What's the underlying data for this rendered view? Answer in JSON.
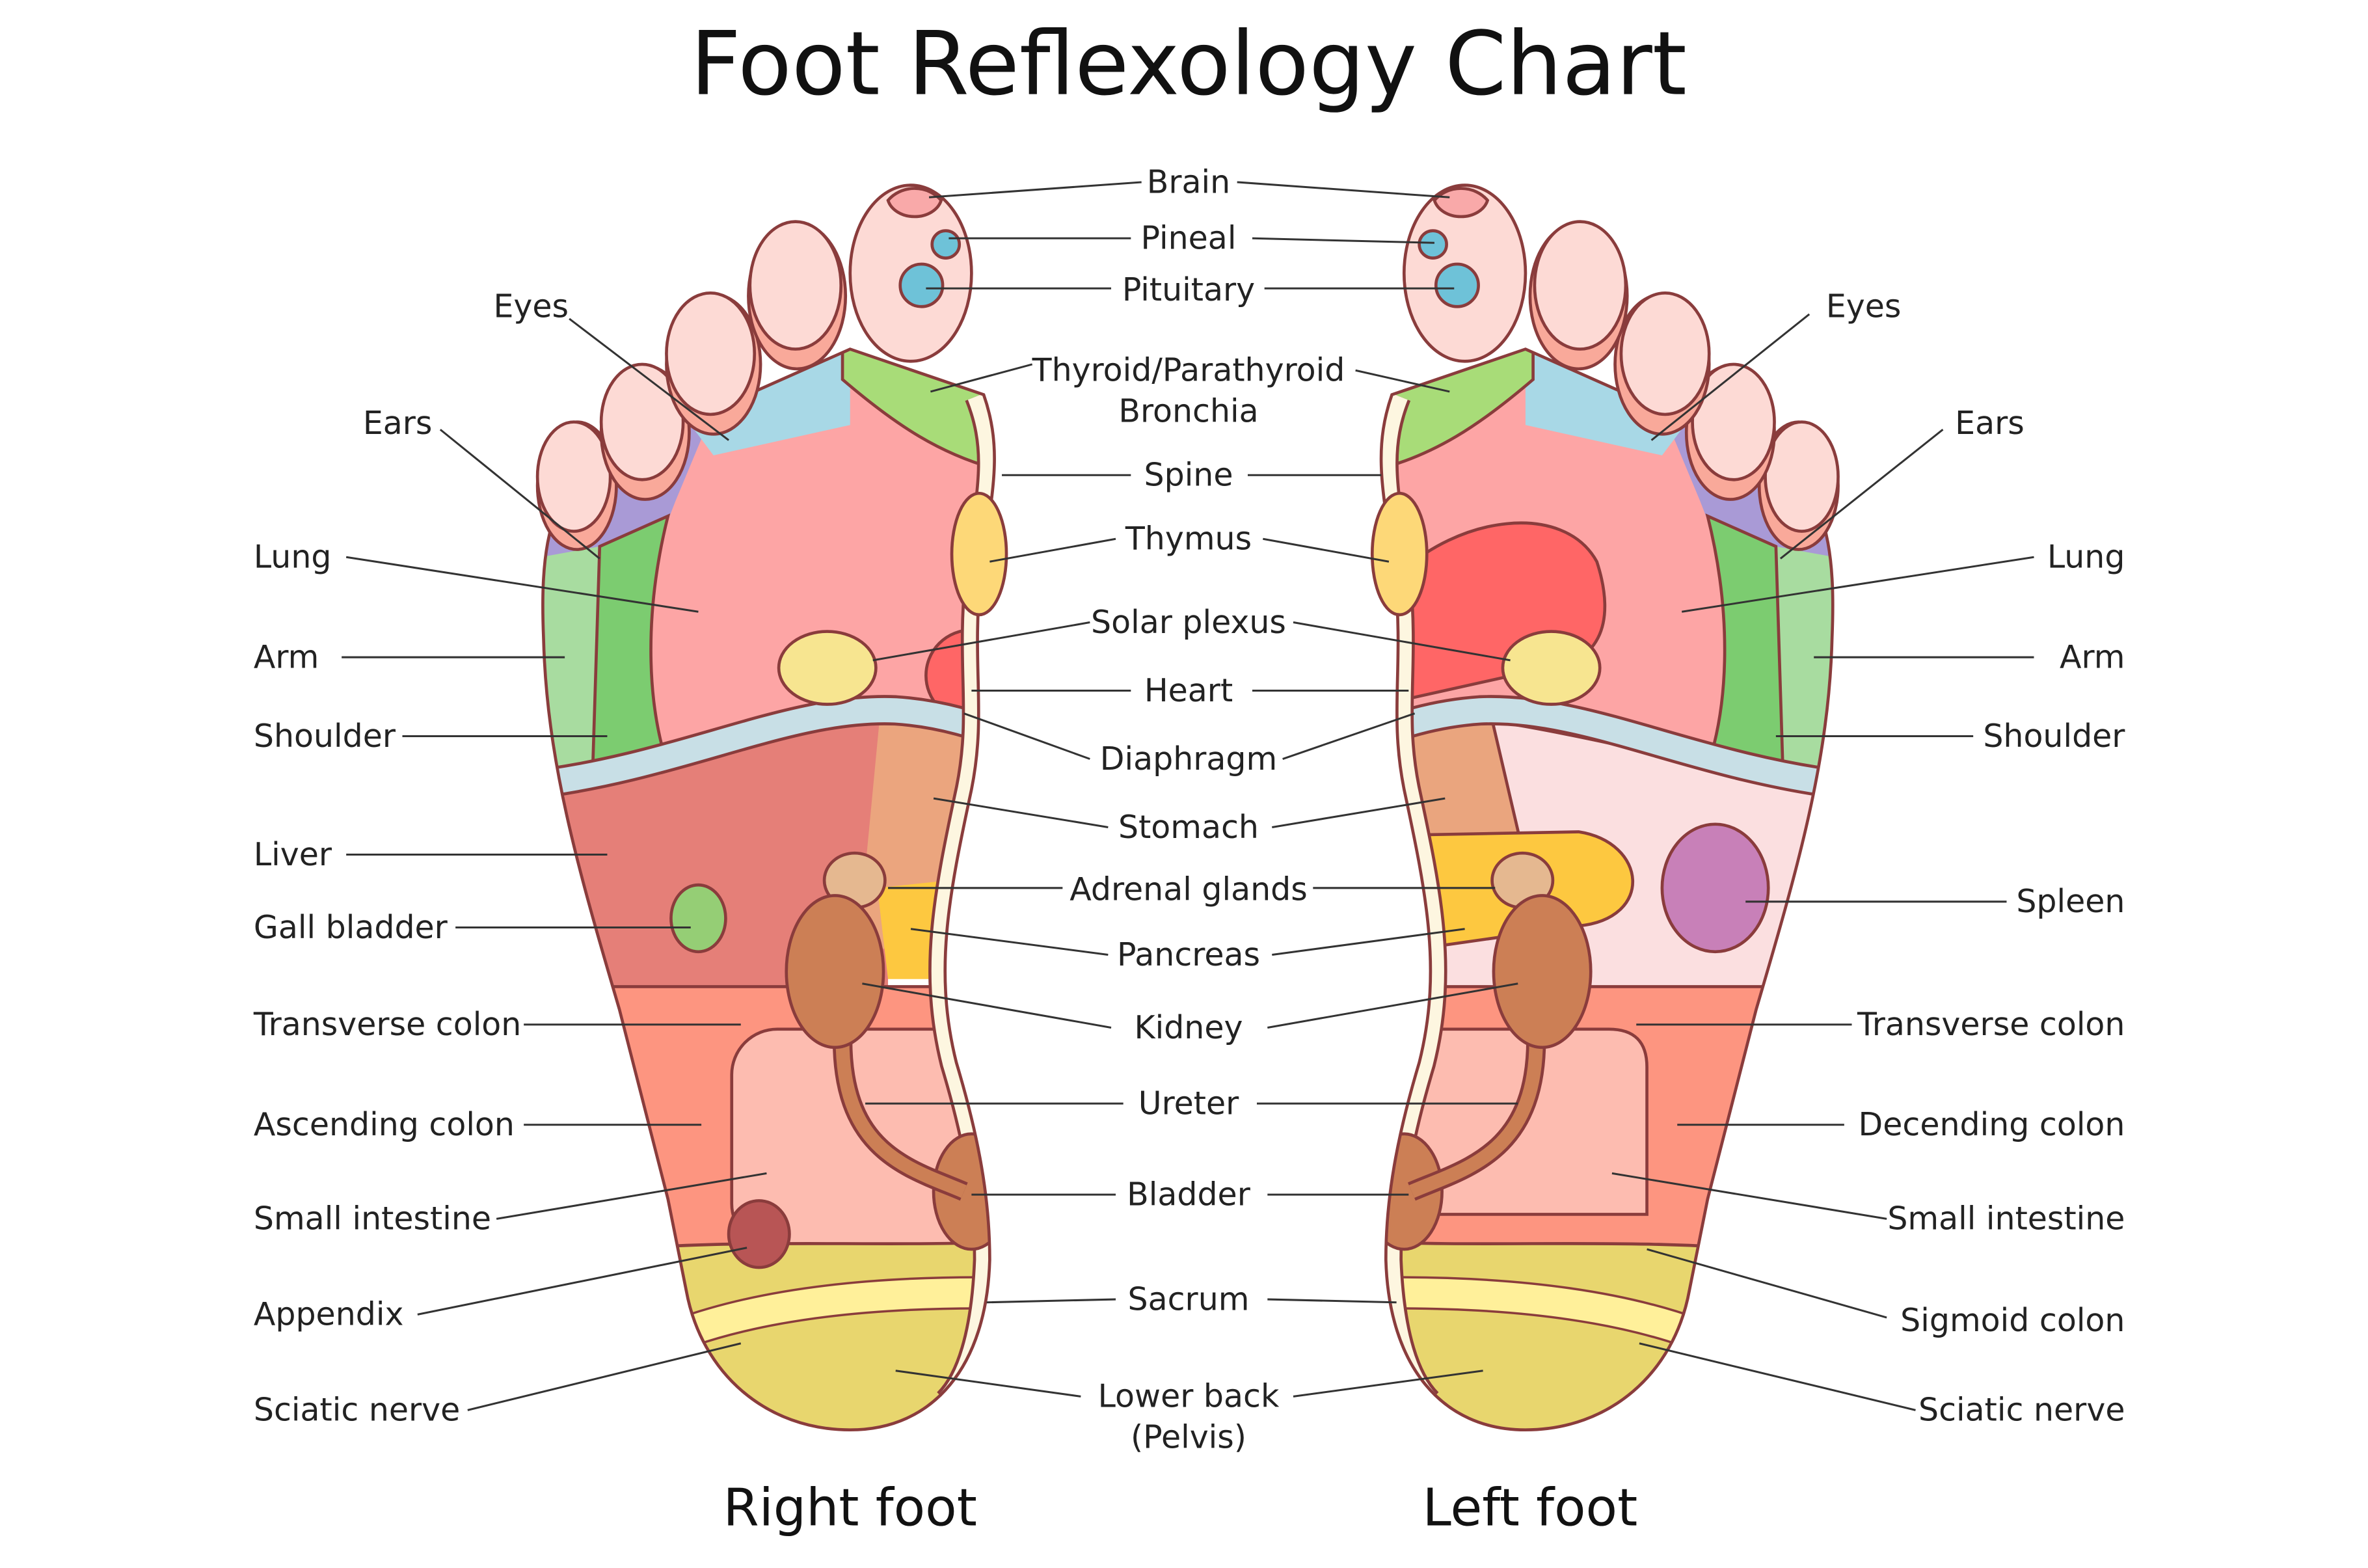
{
  "title": "Foot Reflexology Chart",
  "captions": {
    "right_foot": "Right foot",
    "left_foot": "Left foot"
  },
  "center_labels": {
    "brain": "Brain",
    "pineal": "Pineal",
    "pituitary": "Pituitary",
    "thyroid": "Thyroid/Parathyroid",
    "bronchia": "Bronchia",
    "spine": "Spine",
    "thymus": "Thymus",
    "solar_plexus": "Solar plexus",
    "heart": "Heart",
    "diaphragm": "Diaphragm",
    "stomach": "Stomach",
    "adrenal": "Adrenal glands",
    "pancreas": "Pancreas",
    "kidney": "Kidney",
    "ureter": "Ureter",
    "bladder": "Bladder",
    "sacrum": "Sacrum",
    "lower_back": "Lower back",
    "pelvis": "(Pelvis)"
  },
  "right_foot_labels": {
    "eyes": "Eyes",
    "ears": "Ears",
    "lung": "Lung",
    "arm": "Arm",
    "shoulder": "Shoulder",
    "liver": "Liver",
    "gall_bladder": "Gall bladder",
    "transverse_colon": "Transverse colon",
    "ascending_colon": "Ascending colon",
    "small_intestine": "Small intestine",
    "appendix": "Appendix",
    "sciatic_nerve": "Sciatic nerve"
  },
  "left_foot_labels": {
    "eyes": "Eyes",
    "ears": "Ears",
    "lung": "Lung",
    "arm": "Arm",
    "shoulder": "Shoulder",
    "spleen": "Spleen",
    "transverse_colon": "Transverse colon",
    "descending_colon": "Decending colon",
    "small_intestine": "Small intestine",
    "sigmoid_colon": "Sigmoid colon",
    "sciatic_nerve": "Sciatic nerve"
  },
  "colors": {
    "outline": "#8a3c3c",
    "lung": "#fda5a5",
    "heart": "#ff6666",
    "liver": "#e57f78",
    "stomach": "#eba57e",
    "pancreas": "#fdc840",
    "kidney": "#cc7f55",
    "spleen": "#c880b8",
    "colon": "#fd9580",
    "small_intestine": "#fdbcb0",
    "heel": "#e8d66e",
    "diaphragm": "#c8dfe6"
  }
}
